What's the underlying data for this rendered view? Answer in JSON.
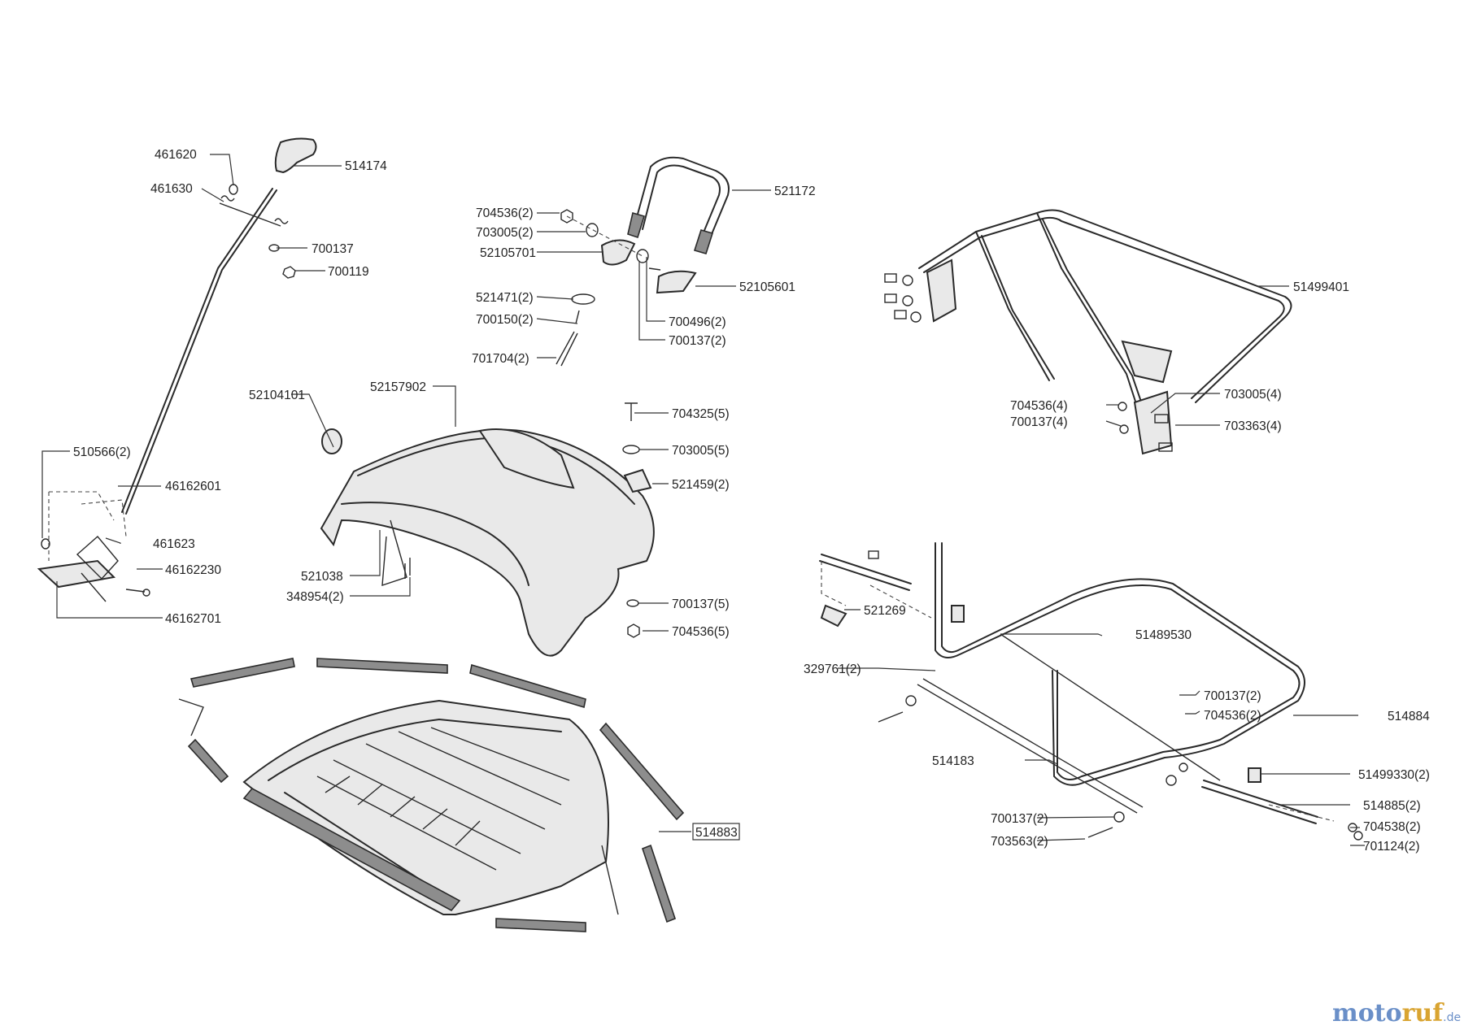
{
  "diagram": {
    "parts": {
      "p461620": "461620",
      "p461630": "461630",
      "p514174": "514174",
      "p700137": "700137",
      "p700119": "700119",
      "p510566_2": "510566(2)",
      "p46162601": "46162601",
      "p461623": "461623",
      "p46162230": "46162230",
      "p46162701": "46162701",
      "p704536_2": "704536(2)",
      "p703005_2": "703005(2)",
      "p52105701": "52105701",
      "p521172": "521172",
      "p52105601": "52105601",
      "p521471_2": "521471(2)",
      "p700150_2": "700150(2)",
      "p700496_2": "700496(2)",
      "p700137_2a": "700137(2)",
      "p701704_2": "701704(2)",
      "p51499401": "51499401",
      "p704536_4": "704536(4)",
      "p700137_4": "700137(4)",
      "p703005_4": "703005(4)",
      "p703363_4": "703363(4)",
      "p52104101": "52104101",
      "p52157902": "52157902",
      "p704325_5": "704325(5)",
      "p703005_5": "703005(5)",
      "p521459_2": "521459(2)",
      "p521038": "521038",
      "p348954_2": "348954(2)",
      "p700137_5": "700137(5)",
      "p704536_5": "704536(5)",
      "p521269": "521269",
      "p51489530": "51489530",
      "p329761_2": "329761(2)",
      "p700137_2b": "700137(2)",
      "p704536_2b": "704536(2)",
      "p514884": "514884",
      "p514183": "514183",
      "p51499330_2": "51499330(2)",
      "p514885_2": "514885(2)",
      "p700137_2c": "700137(2)",
      "p704538_2": "704538(2)",
      "p703563_2": "703563(2)",
      "p701124_2": "701124(2)",
      "p514883": "514883"
    },
    "watermark": {
      "part1": "moto",
      "part2": "ruf",
      "suffix": ".de"
    }
  }
}
